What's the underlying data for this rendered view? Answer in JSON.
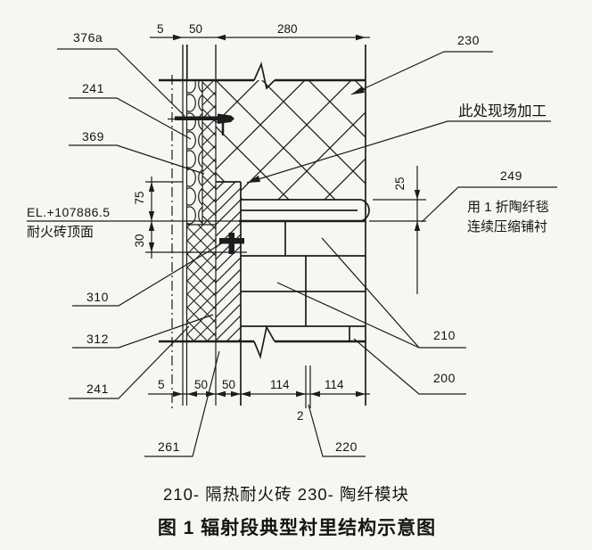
{
  "drawing": {
    "callouts": {
      "shell_anchor": "376a",
      "blanket_top": "241",
      "hatch_layer": "369",
      "elevation": "EL.+107886.5",
      "elevation_note": "耐火砖顶面",
      "support": "310",
      "castable": "312",
      "blanket_bottom": "241",
      "leveling": "261",
      "module": "230",
      "field_note": "此处现场加工",
      "fold_blanket": "249",
      "fold_note_1": "用 1 折陶纤毯",
      "fold_note_2": "连续压缩铺衬",
      "brick": "210",
      "floor": "200",
      "joint": "220",
      "joint_gap": "2"
    },
    "dims": {
      "top": [
        "5",
        "50",
        "280"
      ],
      "left": [
        "75",
        "30"
      ],
      "right": [
        "25"
      ],
      "bottom": [
        "5",
        "50",
        "50",
        "114",
        "114"
      ]
    },
    "legend": "210- 隔热耐火砖  230- 陶纤模块",
    "title": "图 1 辐射段典型衬里结构示意图"
  }
}
